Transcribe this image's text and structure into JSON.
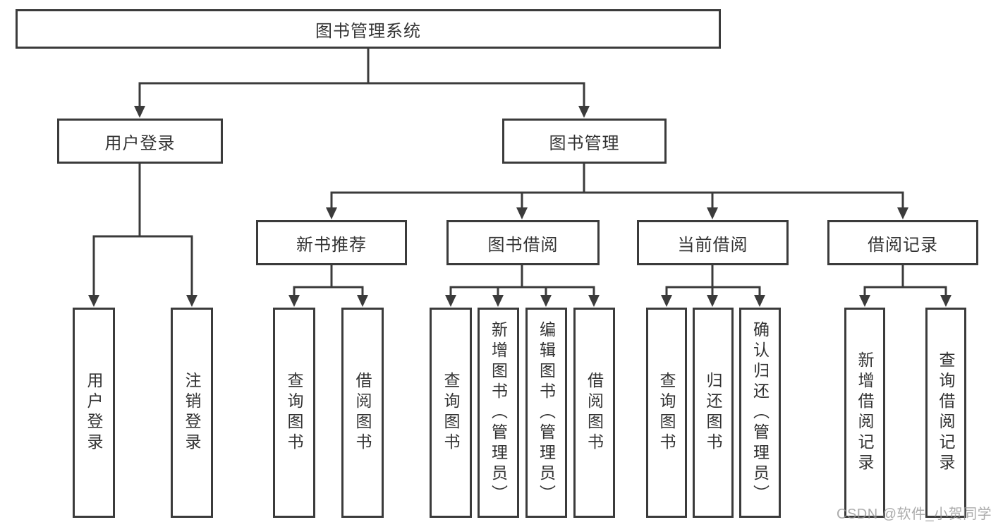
{
  "diagram_title": "图书管理系统",
  "tree": {
    "label": "图书管理系统",
    "children": [
      {
        "label": "用户登录",
        "children": [
          {
            "label": "用户登录"
          },
          {
            "label": "注销登录"
          }
        ]
      },
      {
        "label": "图书管理",
        "children": [
          {
            "label": "新书推荐",
            "children": [
              {
                "label": "查询图书"
              },
              {
                "label": "借阅图书"
              }
            ]
          },
          {
            "label": "图书借阅",
            "children": [
              {
                "label": "查询图书"
              },
              {
                "label": "新增图书（管理员）"
              },
              {
                "label": "编辑图书（管理员）"
              },
              {
                "label": "借阅图书"
              }
            ]
          },
          {
            "label": "当前借阅",
            "children": [
              {
                "label": "查询图书"
              },
              {
                "label": "归还图书"
              },
              {
                "label": "确认归还（管理员）"
              }
            ]
          },
          {
            "label": "借阅记录",
            "children": [
              {
                "label": "新增借阅记录"
              },
              {
                "label": "查询借阅记录"
              }
            ]
          }
        ]
      }
    ]
  },
  "watermark": {
    "text": "CSDN @软件_小贺同学"
  },
  "colors": {
    "line": "#3b3b3b",
    "text": "#333333",
    "box_background": "#ffffff",
    "watermark": "#969696",
    "background": "#ffffff"
  }
}
